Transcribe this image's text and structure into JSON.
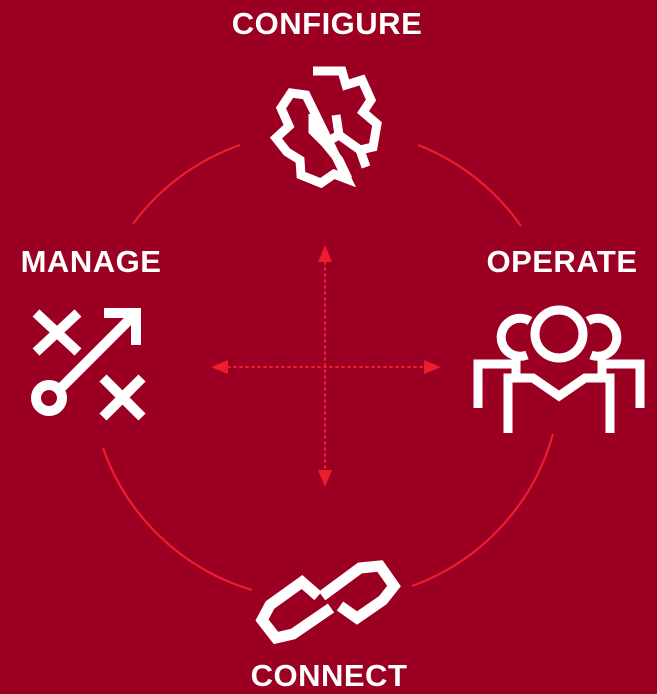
{
  "colors": {
    "background": "#9b0022",
    "ring": "#ee1c2e",
    "arrows": "#ee1c2e",
    "icons": "#ffffff",
    "labels": "#ffffff"
  },
  "stages": {
    "configure": {
      "label": "CONFIGURE",
      "icon": "gear-wrench-icon"
    },
    "operate": {
      "label": "OPERATE",
      "icon": "people-group-icon"
    },
    "connect": {
      "label": "CONNECT",
      "icon": "chain-link-icon"
    },
    "manage": {
      "label": "MANAGE",
      "icon": "strategy-play-icon"
    }
  },
  "center": {
    "icon": "four-way-arrows-icon"
  }
}
